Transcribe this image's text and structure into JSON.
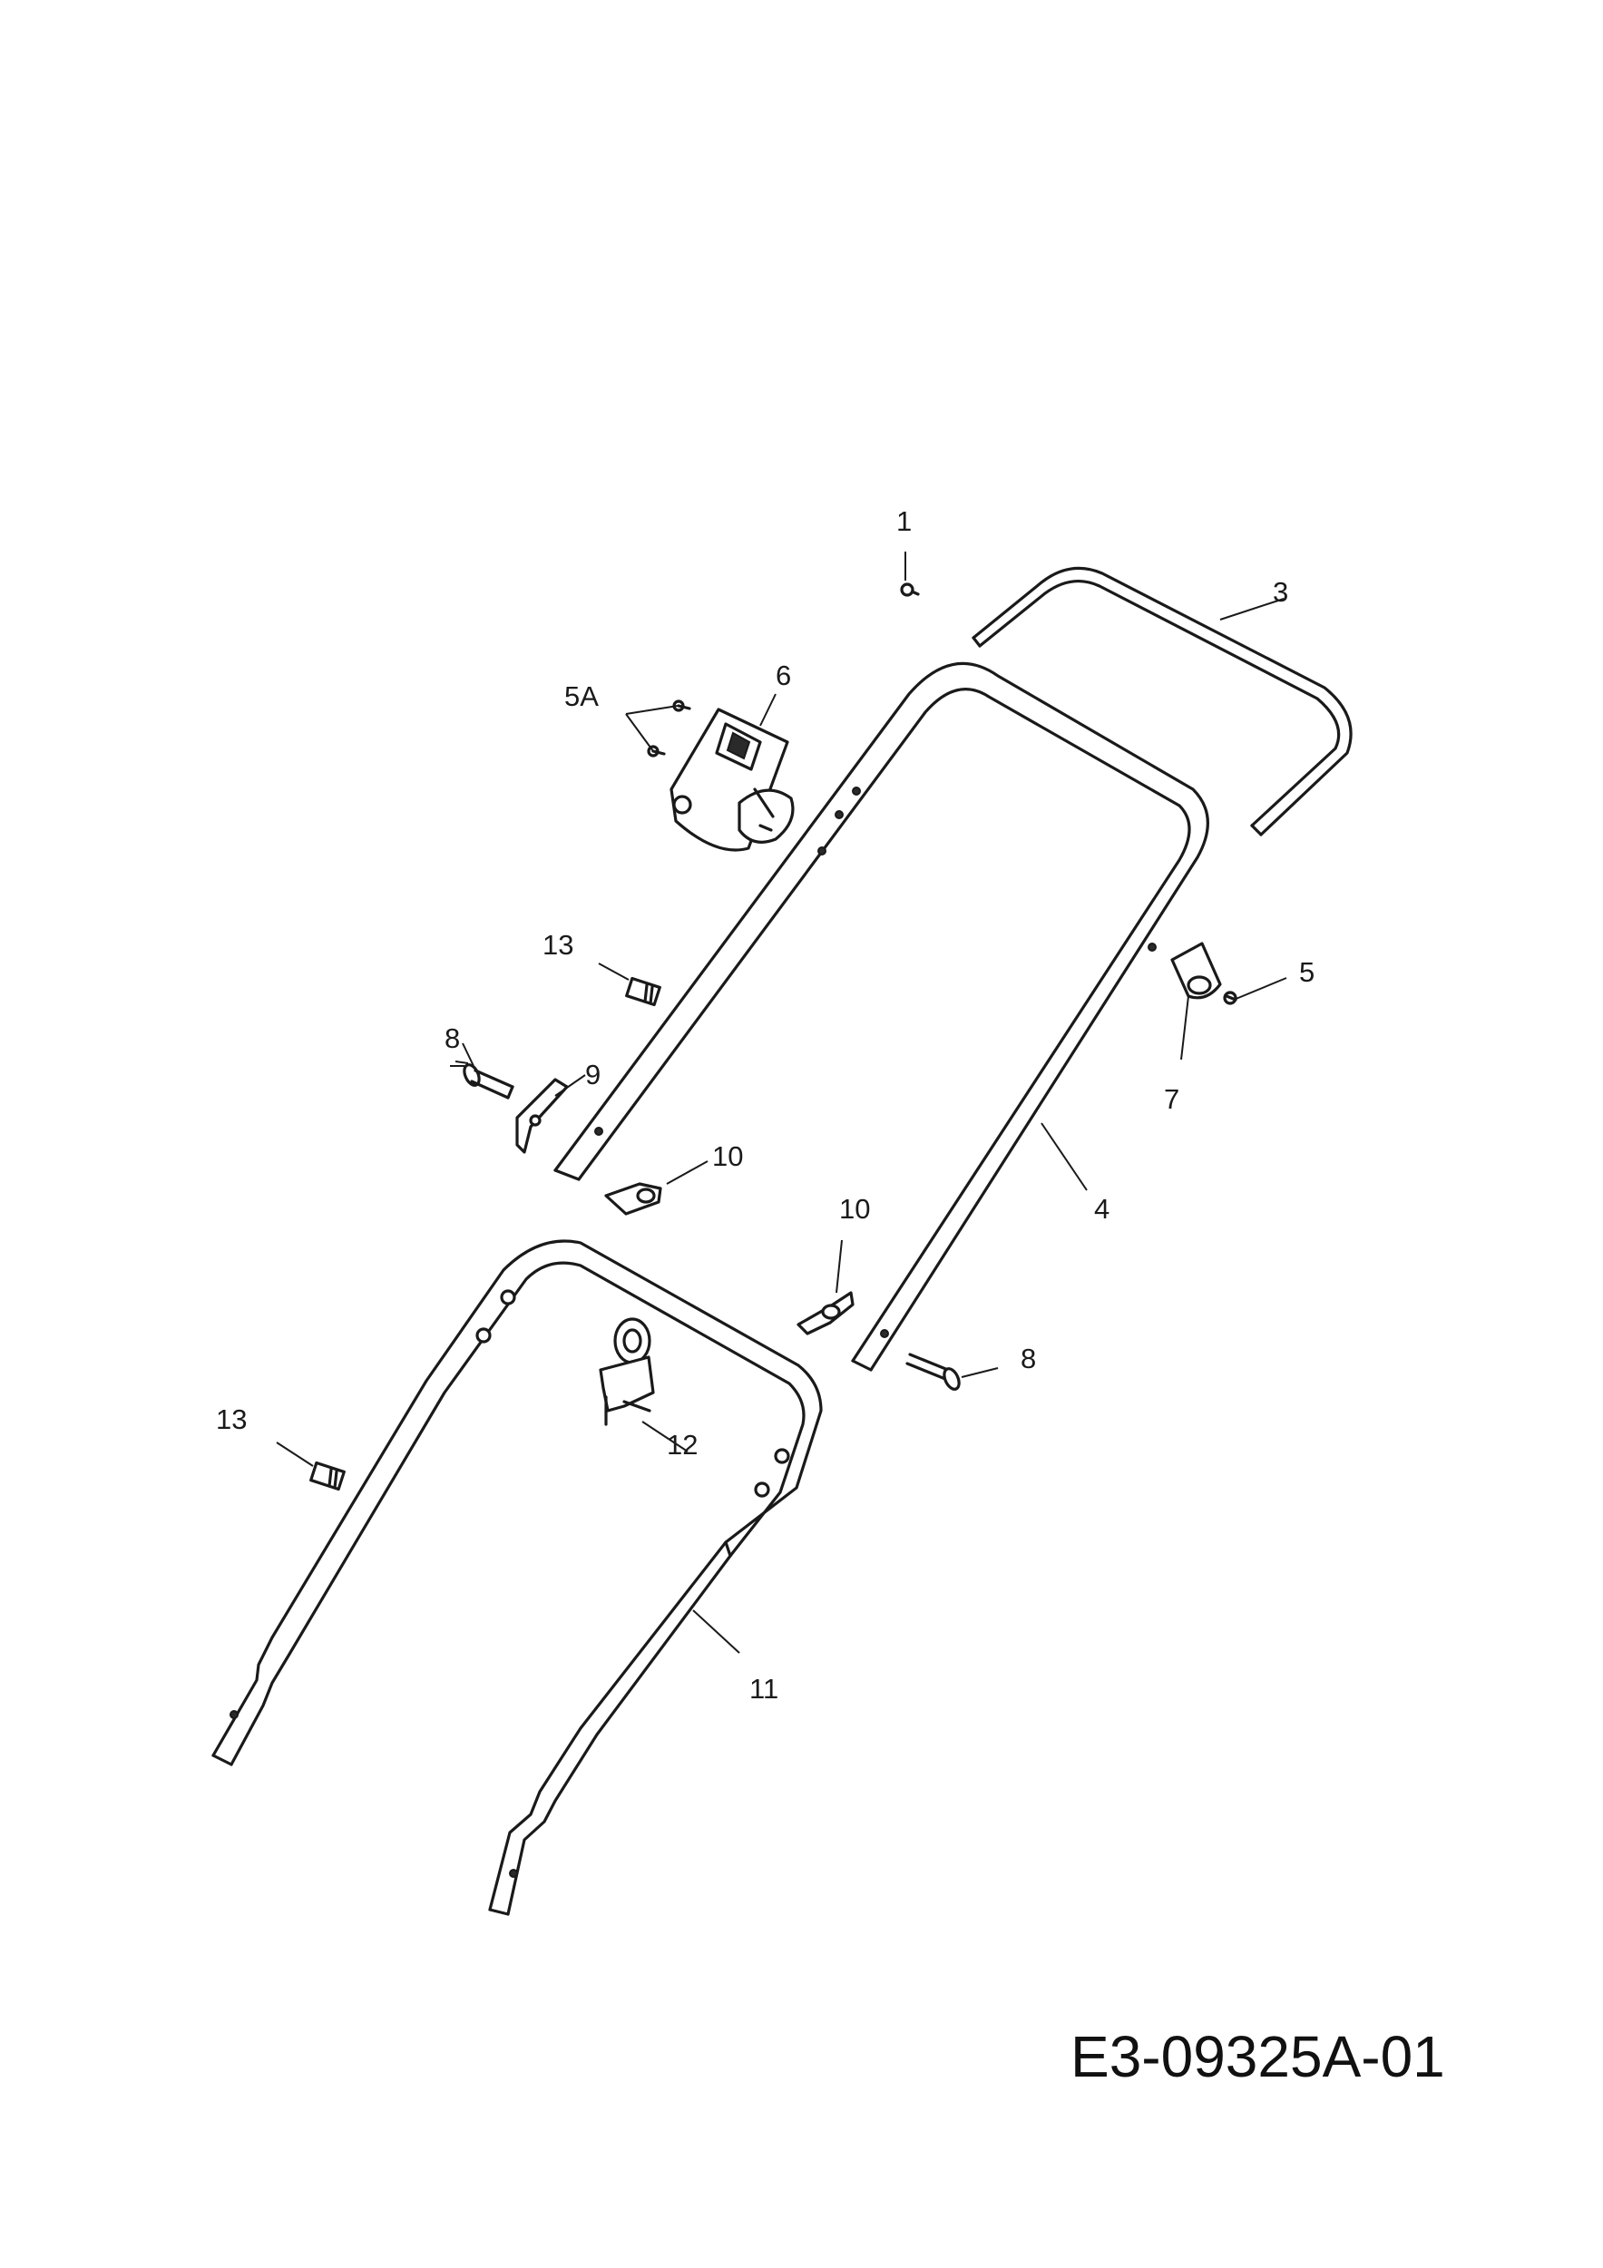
{
  "diagram": {
    "drawing_code": "E3-09325A-01",
    "callouts": {
      "c1": "1",
      "c3": "3",
      "c4": "4",
      "c5": "5",
      "c5a": "5A",
      "c6": "6",
      "c7": "7",
      "c8_left": "8",
      "c8_right": "8",
      "c9": "9",
      "c10_left": "10",
      "c10_right": "10",
      "c11": "11",
      "c12": "12",
      "c13_upper": "13",
      "c13_lower": "13"
    }
  }
}
